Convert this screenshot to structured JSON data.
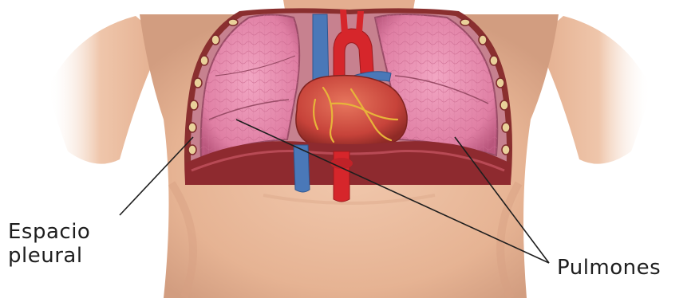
{
  "labels": {
    "pleural_space_line1": "Espacio",
    "pleural_space_line2": "pleural",
    "lungs": "Pulmones"
  },
  "colors": {
    "skin": "#e9b99a",
    "skin_shadow": "#c98d70",
    "lung": "#e07fa4",
    "lung_dark": "#9a4c67",
    "pleura_wall": "#8a2f2f",
    "heart": "#c7433a",
    "vein": "#4a78b8",
    "artery": "#d6262b",
    "diaphragm": "#8e2a2f",
    "leader_line": "#1e1e1e"
  }
}
